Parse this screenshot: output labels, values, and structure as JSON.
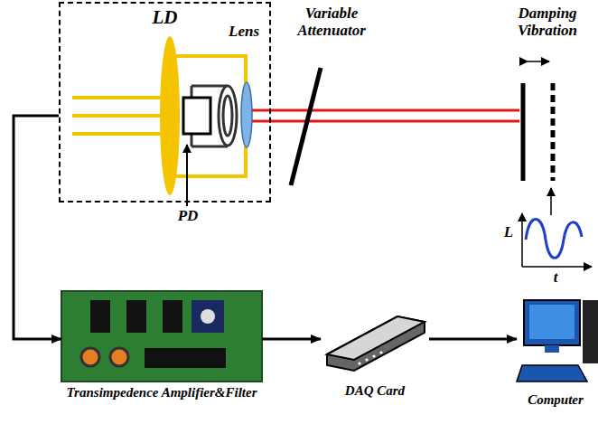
{
  "diagram": {
    "nodes": [
      {
        "text": [
          "LD"
        ]
      },
      {
        "text": [
          "Transimpedence Amplifier&Filter"
        ]
      },
      {
        "text": [
          "DAQ Card"
        ]
      },
      {
        "text": [
          "Computer"
        ]
      }
    ],
    "edges": [
      {
        "from": 0,
        "to": 1,
        "arrow": "to"
      },
      {
        "from": 1,
        "to": 2,
        "arrow": "to"
      },
      {
        "from": 2,
        "to": 3,
        "arrow": "to"
      }
    ],
    "labels": [
      "Lens",
      "PD",
      "Variable Attenuator",
      "Damping Vibration",
      "L",
      "t"
    ]
  }
}
